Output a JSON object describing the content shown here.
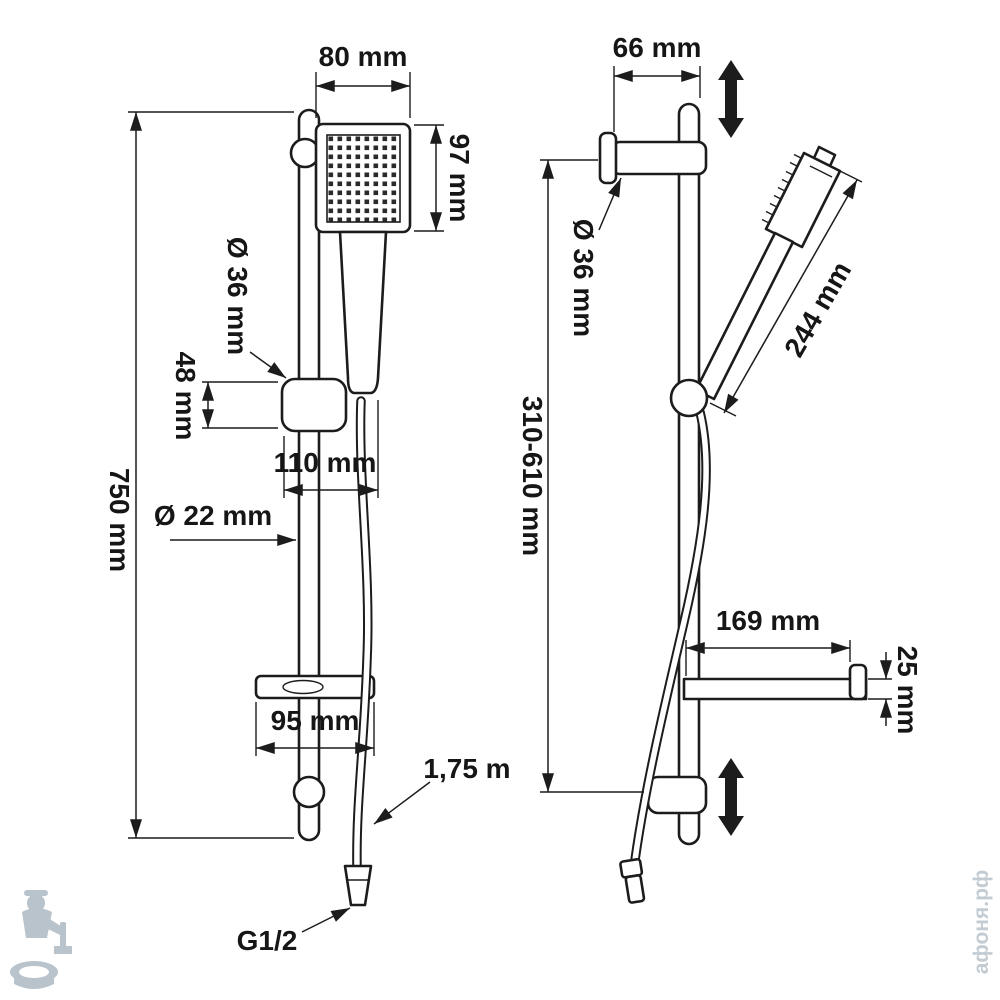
{
  "front_view": {
    "dims": {
      "head_width": "80 mm",
      "head_height": "97 mm",
      "holder_diameter": "Ø 36 mm",
      "holder_height": "48 mm",
      "holder_reach": "110 mm",
      "rail_diameter": "Ø 22 mm",
      "rail_length": "750 mm",
      "soap_dish_width": "95 mm",
      "hose_length": "1,75 m",
      "connection_thread": "G1/2"
    }
  },
  "side_view": {
    "dims": {
      "bracket_reach": "66 mm",
      "bracket_diameter": "Ø 36 mm",
      "handshower_length": "244 mm",
      "slider_range": "310-610 mm",
      "soap_dish_depth": "169 mm",
      "soap_dish_height": "25 mm"
    }
  },
  "watermark": {
    "site_name": "афоня.рф"
  }
}
